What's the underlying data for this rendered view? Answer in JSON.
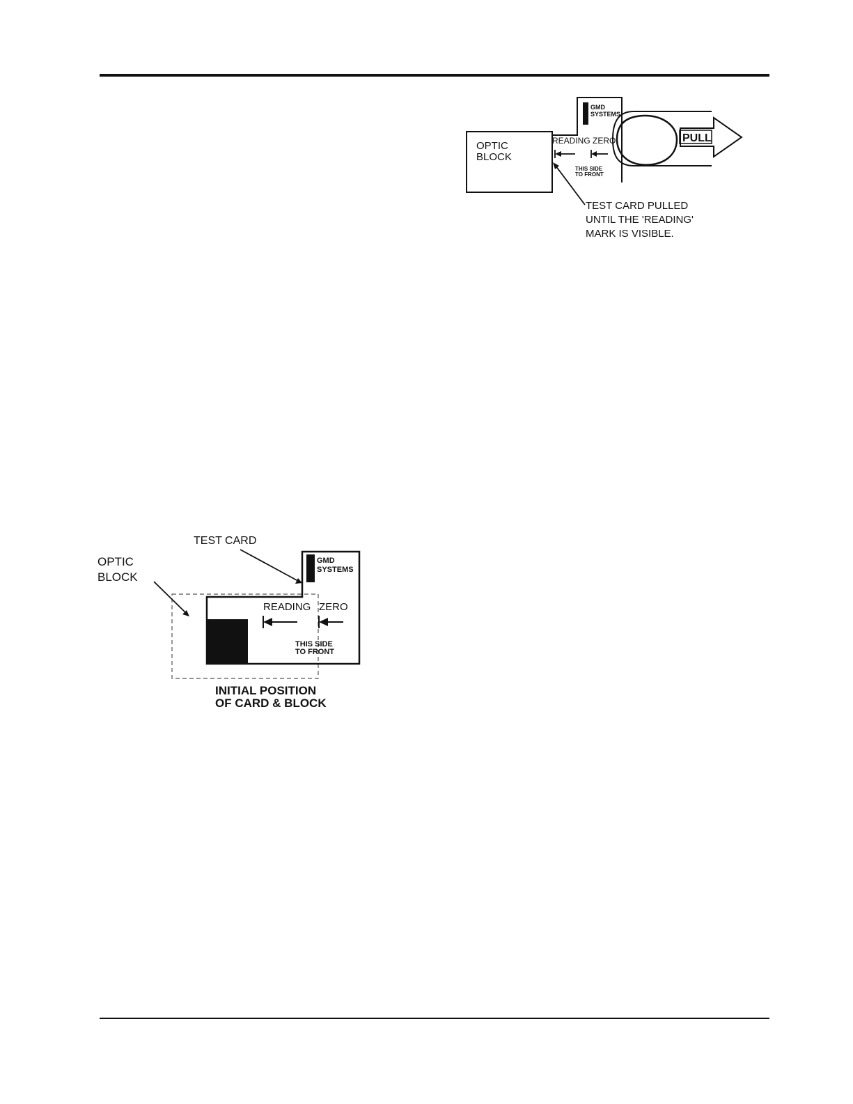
{
  "figure_top": {
    "optic_block": "OPTIC",
    "optic_block_2": "BLOCK",
    "gmd": "GMD",
    "systems": "SYSTEMS",
    "reading": "READING",
    "zero": "ZERO",
    "this_side": "THIS SIDE",
    "to_front": "TO FRONT",
    "pull": "PULL",
    "callout_1": "TEST CARD PULLED",
    "callout_2": "UNTIL THE 'READING'",
    "callout_3": "MARK IS VISIBLE."
  },
  "figure_bottom": {
    "test_card": "TEST CARD",
    "optic_block": "OPTIC",
    "optic_block_2": "BLOCK",
    "gmd": "GMD",
    "systems": "SYSTEMS",
    "reading": "READING",
    "zero": "ZERO",
    "this_side": "THIS SIDE",
    "to_front": "TO FRONT",
    "caption_1": "INITIAL POSITION",
    "caption_2": "OF CARD & BLOCK"
  }
}
